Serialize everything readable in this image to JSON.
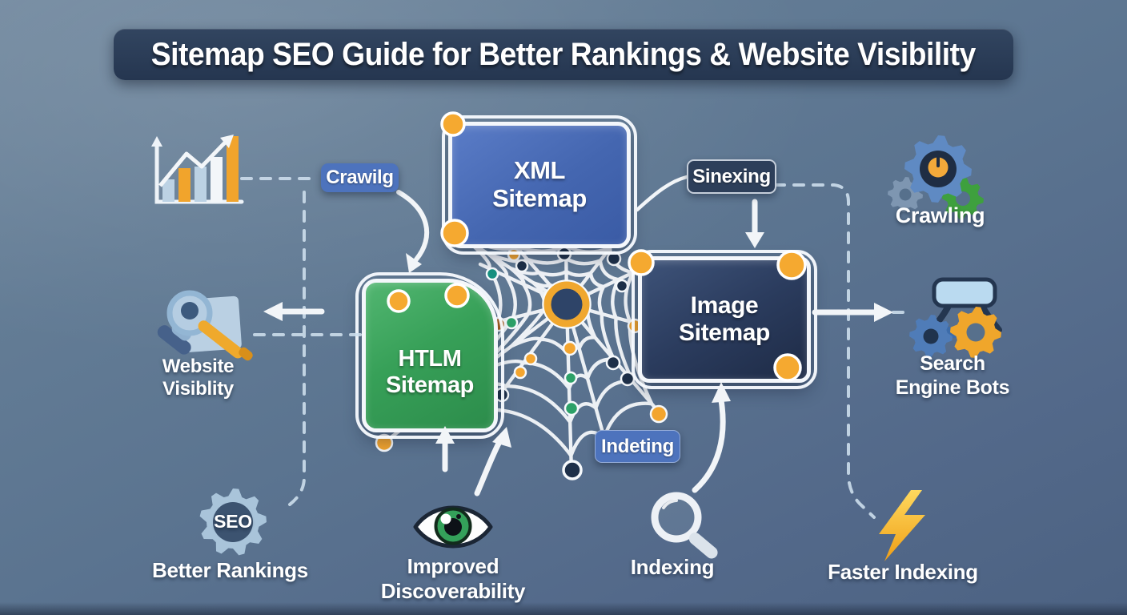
{
  "header": {
    "title": "Sitemap SEO Guide for Better Rankings & Website Visibility"
  },
  "boxes": {
    "xml": {
      "label": "XML\nSitemap"
    },
    "html": {
      "label": "HTLM\nSitemap"
    },
    "image": {
      "label": "Image\nSitemap"
    }
  },
  "pills": {
    "crawling": {
      "label": "Crawilg"
    },
    "sinexing": {
      "label": "Sinexing"
    },
    "indexing": {
      "label": "Indeting"
    }
  },
  "callouts": {
    "website_visibility": {
      "label": "Website\nVisiblity",
      "icon": "magnifier-website-icon"
    },
    "crawling": {
      "label": "Crawling",
      "icon": "gears-icon"
    },
    "search_engine_bots": {
      "label": "Search\nEngine Bots",
      "icon": "robot-gears-icon"
    },
    "seo": {
      "badge": "SEO",
      "label": "Better Rankings",
      "icon": "seo-gear-icon"
    },
    "improved_discoverability": {
      "label": "Improved\nDiscoverability",
      "icon": "eye-icon"
    },
    "indexing": {
      "label": "Indexing",
      "icon": "magnifier-icon"
    },
    "faster_indexing": {
      "label": "Faster Indexing",
      "icon": "lightning-icon"
    },
    "growth": {
      "label": "",
      "icon": "bar-chart-growth-icon"
    }
  },
  "colors": {
    "background": "#5b7490",
    "banner": "#283a54",
    "box_blue": "#4466b0",
    "box_green": "#37a058",
    "box_navy": "#253a5c",
    "pill_blue": "#4d73bd",
    "pill_navy": "#2d3f5a",
    "accent_orange": "#f3a93a",
    "web_white": "#f4f7fa"
  }
}
